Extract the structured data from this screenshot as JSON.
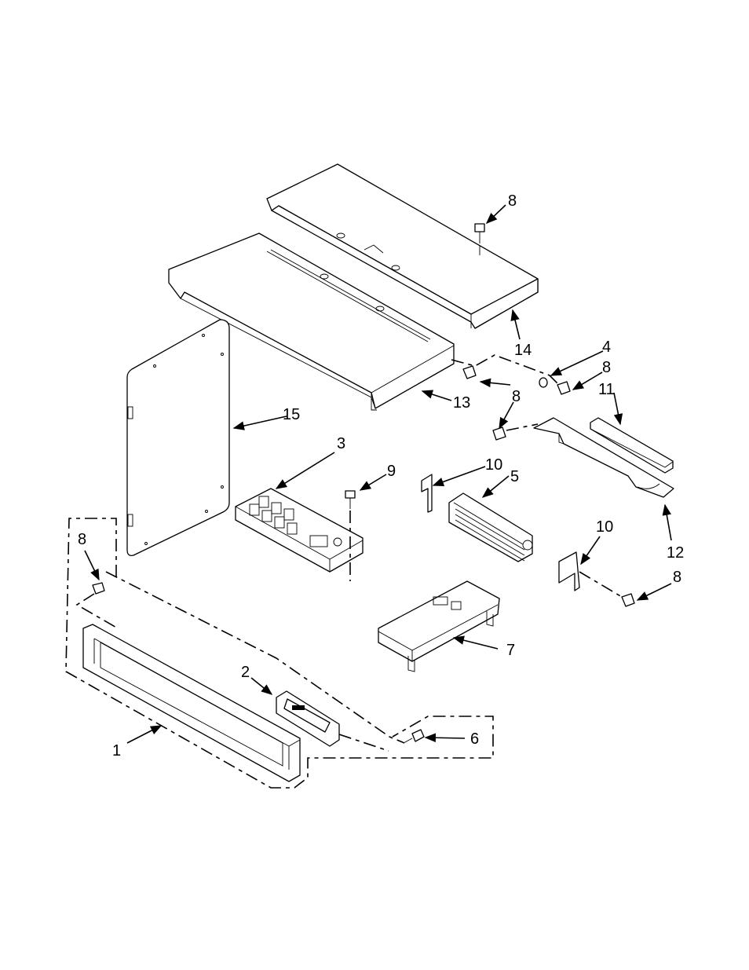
{
  "callouts": [
    {
      "id": "c1",
      "label": "1"
    },
    {
      "id": "c2",
      "label": "2"
    },
    {
      "id": "c3",
      "label": "3"
    },
    {
      "id": "c4",
      "label": "4"
    },
    {
      "id": "c5",
      "label": "5"
    },
    {
      "id": "c6",
      "label": "6"
    },
    {
      "id": "c7",
      "label": "7"
    },
    {
      "id": "c8a",
      "label": "8"
    },
    {
      "id": "c8b",
      "label": "8"
    },
    {
      "id": "c8c",
      "label": "8"
    },
    {
      "id": "c8d",
      "label": "8"
    },
    {
      "id": "c8e",
      "label": "8"
    },
    {
      "id": "c8f",
      "label": "8"
    },
    {
      "id": "c9",
      "label": "9"
    },
    {
      "id": "c10a",
      "label": "10"
    },
    {
      "id": "c10b",
      "label": "10"
    },
    {
      "id": "c11",
      "label": "11"
    },
    {
      "id": "c12",
      "label": "12"
    },
    {
      "id": "c13",
      "label": "13"
    },
    {
      "id": "c14",
      "label": "14"
    },
    {
      "id": "c15",
      "label": "15"
    }
  ]
}
